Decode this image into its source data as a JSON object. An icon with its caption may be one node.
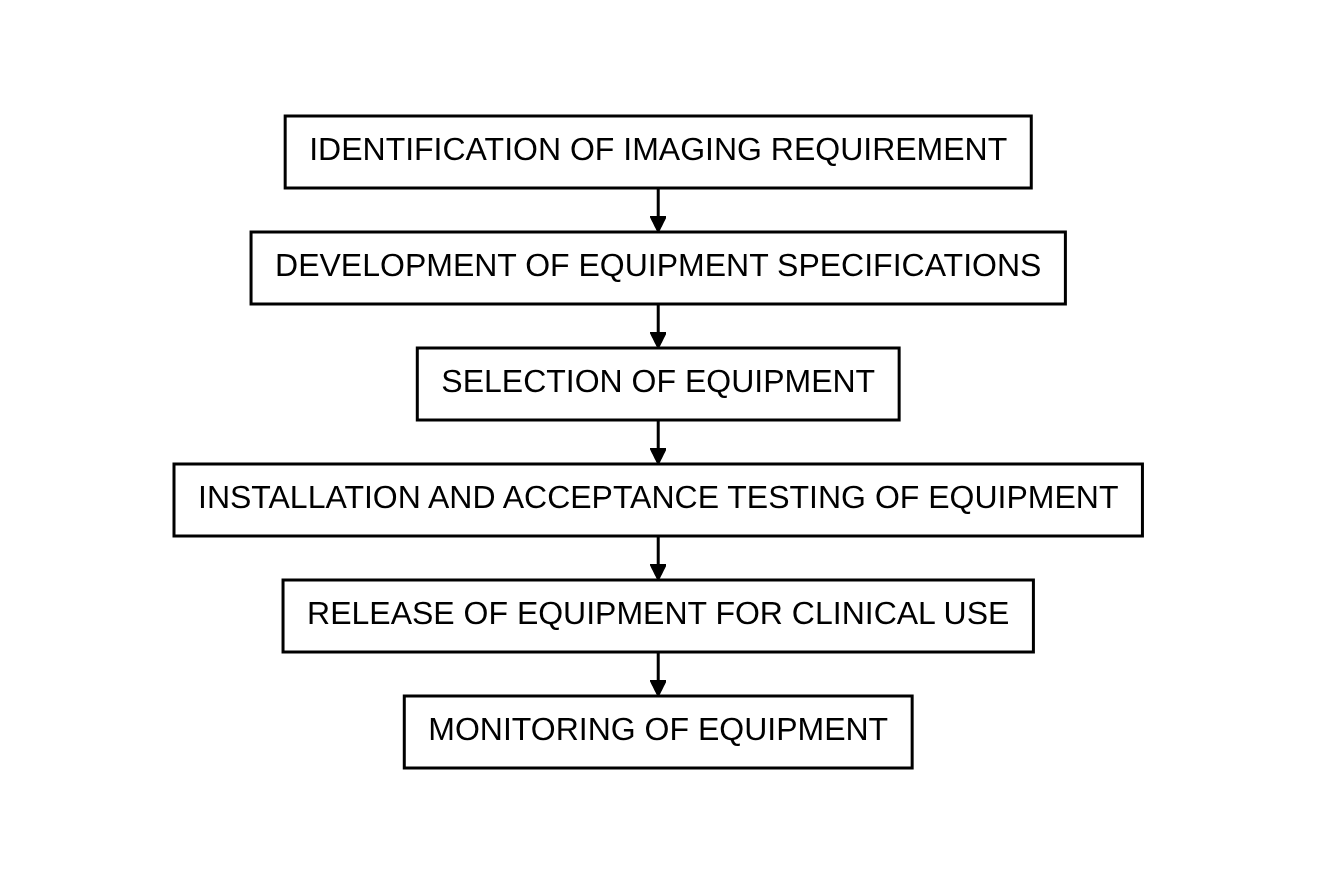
{
  "diagram": {
    "nodes": [
      {
        "text": [
          "IDENTIFICATION OF IMAGING REQUIREMENT"
        ]
      },
      {
        "text": [
          "DEVELOPMENT OF EQUIPMENT SPECIFICATIONS"
        ]
      },
      {
        "text": [
          "SELECTION OF EQUIPMENT"
        ]
      },
      {
        "text": [
          "INSTALLATION AND ACCEPTANCE TESTING OF EQUIPMENT"
        ]
      },
      {
        "text": [
          "RELEASE OF EQUIPMENT FOR CLINICAL USE"
        ]
      },
      {
        "text": [
          "MONITORING OF EQUIPMENT"
        ]
      }
    ],
    "edges": [
      {
        "from": 0,
        "to": 1,
        "arrow": "to"
      },
      {
        "from": 1,
        "to": 2,
        "arrow": "to"
      },
      {
        "from": 2,
        "to": 3,
        "arrow": "to"
      },
      {
        "from": 3,
        "to": 4,
        "arrow": "to"
      },
      {
        "from": 4,
        "to": 5,
        "arrow": "to"
      }
    ]
  }
}
